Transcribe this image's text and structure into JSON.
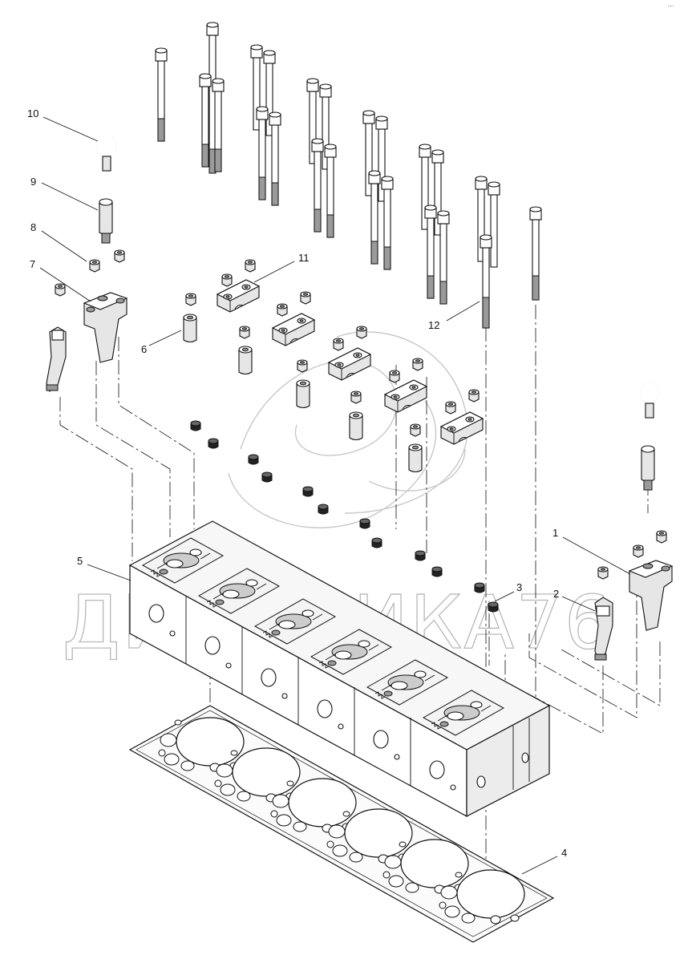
{
  "diagram": {
    "watermark": "ДИНАМИКА76",
    "corner_mark": "·-·",
    "callouts": [
      {
        "id": "part-1",
        "label": "1"
      },
      {
        "id": "part-2",
        "label": "2"
      },
      {
        "id": "part-3",
        "label": "3"
      },
      {
        "id": "part-4",
        "label": "4"
      },
      {
        "id": "part-5",
        "label": "5"
      },
      {
        "id": "part-6",
        "label": "6"
      },
      {
        "id": "part-7",
        "label": "7"
      },
      {
        "id": "part-8",
        "label": "8"
      },
      {
        "id": "part-9",
        "label": "9"
      },
      {
        "id": "part-10",
        "label": "10"
      },
      {
        "id": "part-11",
        "label": "11"
      },
      {
        "id": "part-12",
        "label": "12"
      }
    ]
  }
}
